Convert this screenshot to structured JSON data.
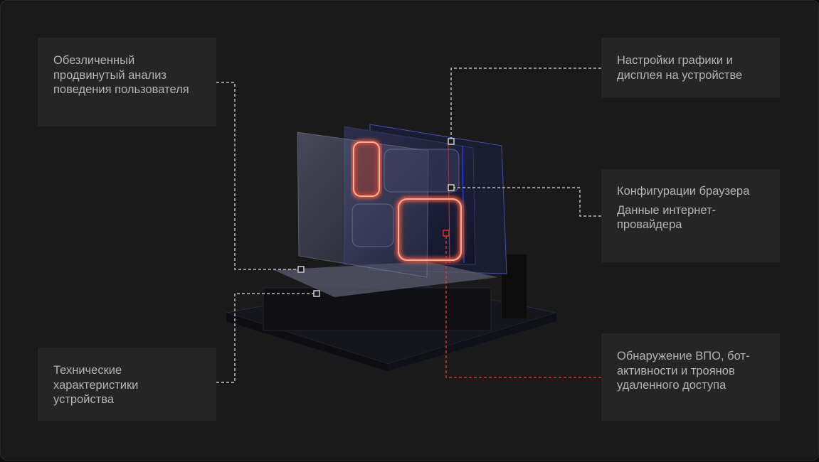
{
  "labels": {
    "user_behavior": "Обезличенный продвинутый анализ поведения пользователя",
    "graphics_settings": "Настройки графики и дисплея на устройстве",
    "browser_config": "Конфигурации браузера",
    "isp_data": "Данные интернет-провайдера",
    "device_specs": "Технические характеристики устройства",
    "malware_detection": "Обнаружение ВПО, бот-активности и троянов удаленного доступа"
  },
  "colors": {
    "background": "#1a1a1a",
    "box": "#252525",
    "text": "#b4b4b4",
    "connector": "#bdbdbd",
    "alert_connector": "#d8322e",
    "glow": "#ff5a3c",
    "accent_blue": "#3a4cff"
  }
}
